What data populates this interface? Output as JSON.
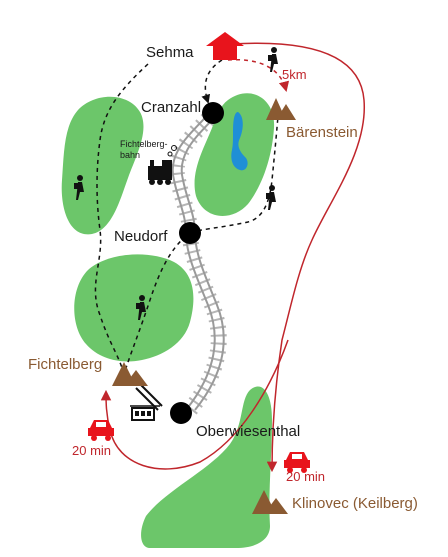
{
  "places": {
    "sehma": "Sehma",
    "cranzahl": "Cranzahl",
    "neudorf": "Neudorf",
    "oberwiesenthal": "Oberwiesenthal"
  },
  "peaks": {
    "baerenstein": "Bärenstein",
    "fichtelberg": "Fichtelberg",
    "klinovec": "Klinovec (Keilberg)"
  },
  "train": {
    "label_line1": "Fichtelberg-",
    "label_line2": "bahn"
  },
  "routes": {
    "hike_distance": "5km",
    "car_time_fichtelberg": "20 min",
    "car_time_klinovec": "20 min"
  },
  "colors": {
    "forest": "#6cc66a",
    "route_red": "#c0262c",
    "peak_brown": "#8a5a32",
    "lake": "#1f8fd6",
    "track": "#9a9a9a",
    "station": "#000000"
  },
  "icons": {
    "hiker": "hiker-icon",
    "car": "car-icon",
    "train": "steam-train-icon",
    "cable_car": "cable-car-icon",
    "home": "house-icon",
    "mountain": "mountain-icon",
    "station": "station-dot-icon"
  }
}
